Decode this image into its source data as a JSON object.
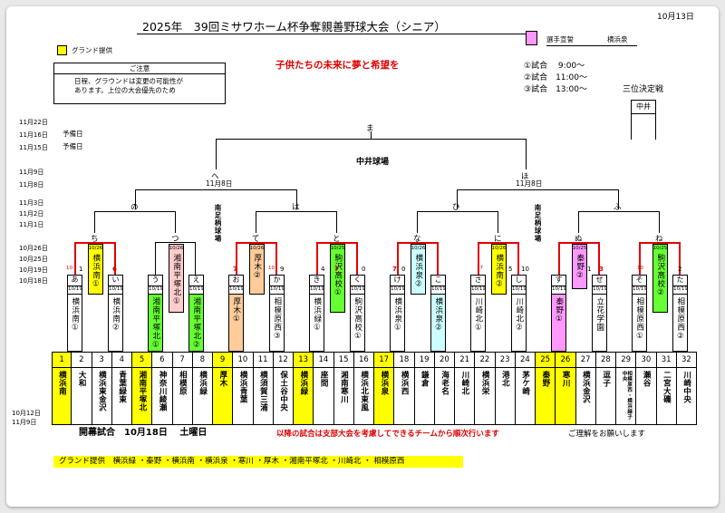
{
  "header": {
    "title": "2025年　39回ミサワホーム杯争奪親善野球大会（シニア）",
    "date": "10月13日",
    "ground_legend": "グランド提供",
    "oath_label": "選手宣誓",
    "oath_team": "横浜泉",
    "slogan": "子供たちの未来に夢と希望を"
  },
  "notice": {
    "heading": "ご注意",
    "line1": "日程、グラウンドは変更の可能性が",
    "line2": "あります。上位の大会優先のため"
  },
  "schedule": {
    "s1": "①試合　 9:00～",
    "s2": "②試合　11:00～",
    "s3": "③試合　13:00～",
    "third_place": "三位決定戦",
    "third_place_venue": "中井"
  },
  "dates": {
    "d1122": "11月22日",
    "d1116": "11月16日",
    "d1115": "11月15日",
    "d119": "11月9日",
    "d118": "11月8日",
    "d113": "11月3日",
    "d112": "11月2日",
    "d111": "11月1日",
    "d1026": "10月26日",
    "d1025": "10月25日",
    "d1019": "10月19日",
    "d1018": "10月18日",
    "d1012": "10月12日",
    "d119b": "11月9日",
    "reserve1": "予備日",
    "reserve2": "予備日"
  },
  "bracket": {
    "final": "ま",
    "venue_final": "中井球場",
    "semi_left": "へ",
    "semi_right": "ほ",
    "semi_left_date": "11月8日",
    "semi_right_date": "11月8日",
    "q1": "の",
    "q2": "は",
    "q3": "ひ",
    "q4": "ふ",
    "venue_left": "南足柄球場",
    "venue_right": "南足柄球場",
    "r2": [
      "ち",
      "つ",
      "て",
      "と",
      "な",
      "に",
      "ぬ",
      "ね"
    ],
    "r1": [
      "あ",
      "い",
      "う",
      "え",
      "お",
      "か",
      "き",
      "く",
      "け",
      "こ",
      "さ",
      "し",
      "す",
      "せ",
      "そ",
      "た"
    ],
    "r1_date": "10/19",
    "r1_winners": [
      "横浜南①",
      "横浜南②",
      "湘南平塚北①",
      "湘南平塚北②",
      "厚木①",
      "相模原西③",
      "横浜緑①",
      "駒沢高校①",
      "横浜泉①",
      "横浜泉②",
      "川崎北①",
      "川崎北②",
      "秦野①",
      "立花学園",
      "相模原西①",
      "相模原西②"
    ],
    "r2_winners": [
      "横浜南①",
      "湘南平塚北①",
      "厚木②",
      "駒沢高校①",
      "横浜泉②",
      "横浜南②",
      "秦野②",
      "駒沢高校②"
    ],
    "r2_date": "10/26",
    "r2_date_b": "10/25",
    "scores": [
      "10",
      "1",
      "6",
      "",
      "",
      "",
      "",
      "",
      "7",
      "10",
      "4",
      "9",
      "",
      "7",
      "0",
      "",
      "",
      "7",
      "0",
      "",
      "",
      "17",
      "5",
      "10",
      "",
      "1",
      "3",
      "",
      "10",
      "2"
    ]
  },
  "teams": {
    "numbers": [
      "1",
      "2",
      "3",
      "4",
      "5",
      "6",
      "7",
      "8",
      "9",
      "10",
      "11",
      "12",
      "13",
      "14",
      "15",
      "16",
      "17",
      "18",
      "19",
      "20",
      "21",
      "22",
      "23",
      "24",
      "25",
      "26",
      "27",
      "28",
      "29",
      "30",
      "31",
      "32"
    ],
    "names": [
      "横浜南",
      "大和",
      "横浜東金沢",
      "青葉緑東",
      "湘南平塚北",
      "神奈川綾瀬",
      "相模原",
      "横浜緑",
      "厚木",
      "横浜青葉",
      "横須賀三浦",
      "保土谷中央",
      "横浜緑",
      "座間",
      "湘南寒川",
      "横浜北東風",
      "横浜泉",
      "横浜西",
      "鎌倉",
      "海老名",
      "川崎北",
      "横浜栄",
      "港北",
      "茅ケ崎",
      "秦野",
      "寒川",
      "横浜金沢",
      "逗子",
      "相模原西・横浜緑子中央",
      "瀬谷",
      "二宮大磯",
      "川崎中央"
    ]
  },
  "footer": {
    "opening": "開幕試合　10月18日　 土曜日",
    "note": "以降の試合は支部大会を考慮してできるチームから順次行います",
    "thanks": "ご理解をお願いします",
    "ground_teams": "グランド提供　横浜緑 ・秦野 ・横浜南 ・横浜泉 ・寒川 ・厚木 ・湘南平塚北 ・川崎北 ・ 相模原西"
  },
  "colors": {
    "yellow": "#ffff00",
    "green": "#66ff33",
    "pink": "#ff99ff",
    "cyan": "#ccffff",
    "salmon": "#ffcc99",
    "red": "#e00000"
  }
}
